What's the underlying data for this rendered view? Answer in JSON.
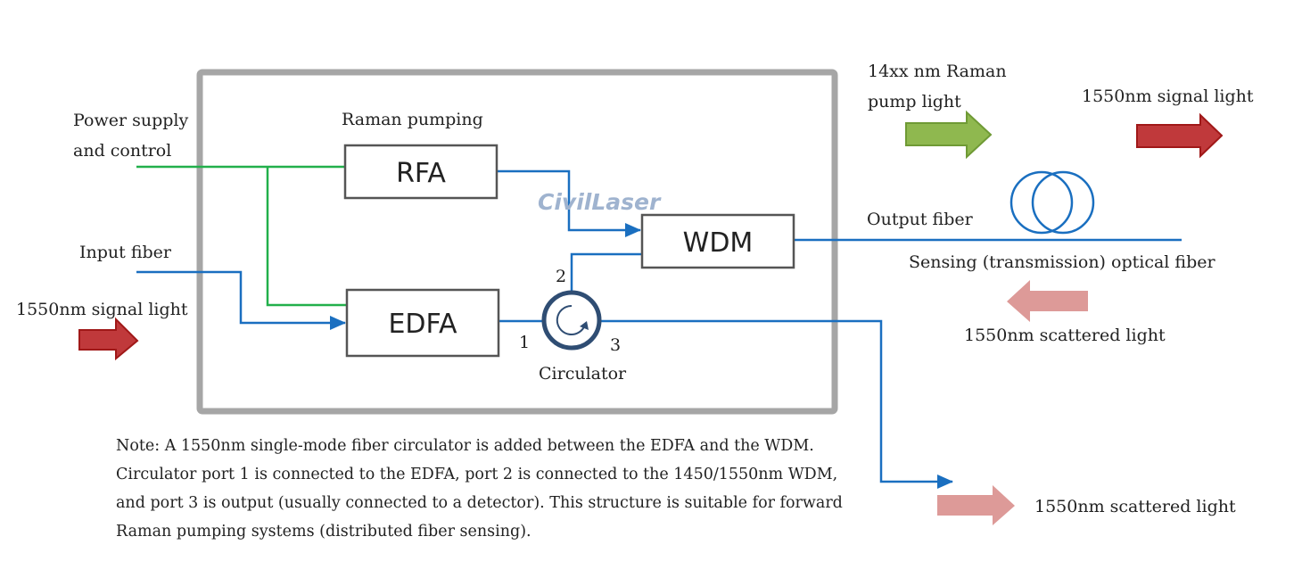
{
  "labels": {
    "power_supply_1": "Power supply",
    "power_supply_2": "and control",
    "raman_pumping": "Raman pumping",
    "input_fiber": "Input fiber",
    "signal_in": "1550nm signal light",
    "raman_pump_1": "14xx nm Raman",
    "raman_pump_2": "pump light",
    "signal_out": "1550nm signal light",
    "output_fiber": "Output fiber",
    "sensing_fiber": "Sensing (transmission) optical fiber",
    "scattered_back": "1550nm scattered light",
    "scattered_out": "1550nm scattered light",
    "port1": "1",
    "port2": "2",
    "port3": "3",
    "circulator": "Circulator"
  },
  "boxes": {
    "rfa": "RFA",
    "wdm": "WDM",
    "edfa": "EDFA"
  },
  "watermark": "CivilLaser",
  "note": [
    "Note: A 1550nm single-mode fiber circulator is added between the EDFA and the WDM.",
    "Circulator port 1 is connected to the EDFA, port 2 is connected to the 1450/1550nm WDM,",
    "and port 3 is output (usually connected to a detector). This structure is suitable for forward",
    "Raman pumping systems (distributed fiber sensing)."
  ],
  "colors": {
    "fiber": "#1a6fc0",
    "power": "#22b04b",
    "enclosure": "#a6a6a6",
    "signal_arrow": "#c0393b",
    "pump_arrow": "#8fb84f",
    "scattered_arrow": "#dd9a98"
  }
}
